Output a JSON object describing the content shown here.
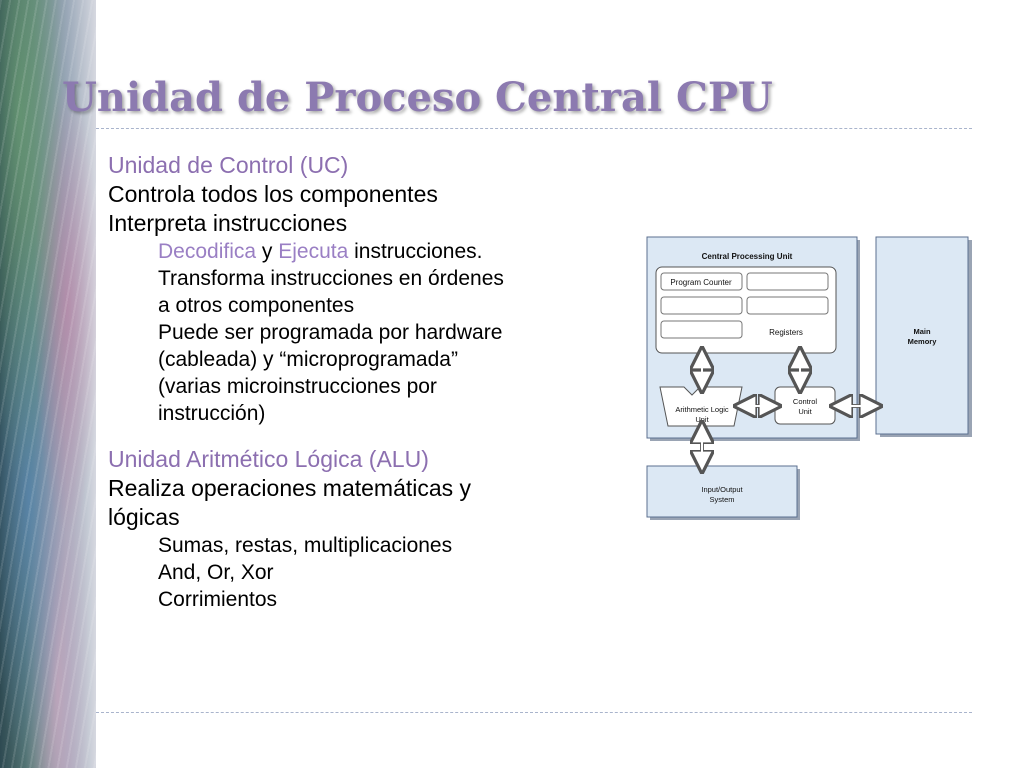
{
  "slide": {
    "title": "Unidad de Proceso Central CPU",
    "colors": {
      "title": "#8c7ab0",
      "heading": "#8c6fb0",
      "accent": "#9a7fc4",
      "box_fill": "#dce8f4",
      "box_border": "#5b6f8f"
    }
  },
  "uc": {
    "heading": "Unidad de Control (UC)",
    "line1": "Controla todos los componentes",
    "line2": "Interpreta instrucciones",
    "sub": {
      "decodifica": "Decodifica",
      "y": " y ",
      "ejecuta": "Ejecuta",
      "instrucciones": " instrucciones.",
      "transforma_1": "Transforma instrucciones en órdenes",
      "transforma_2": "a otros componentes",
      "puede_1": "Puede ser programada por hardware",
      "puede_2": "(cableada) y “microprogramada”",
      "puede_3": "(varias microinstrucciones por",
      "puede_4": "instrucción)"
    }
  },
  "alu": {
    "heading": "Unidad Aritmético Lógica (ALU)",
    "line1": "Realiza operaciones matemáticas y",
    "line2": "lógicas",
    "sub": {
      "a": "Sumas, restas, multiplicaciones",
      "b": "And, Or, Xor",
      "c": "Corrimientos"
    }
  },
  "diagram": {
    "cpu_title": "Central Processing Unit",
    "program_counter": "Program Counter",
    "registers": "Registers",
    "alu_1": "Arithmetic Logic",
    "alu_2": "Unit",
    "control_1": "Control",
    "control_2": "Unit",
    "memory_1": "Main",
    "memory_2": "Memory",
    "io_1": "Input/Output",
    "io_2": "System"
  }
}
